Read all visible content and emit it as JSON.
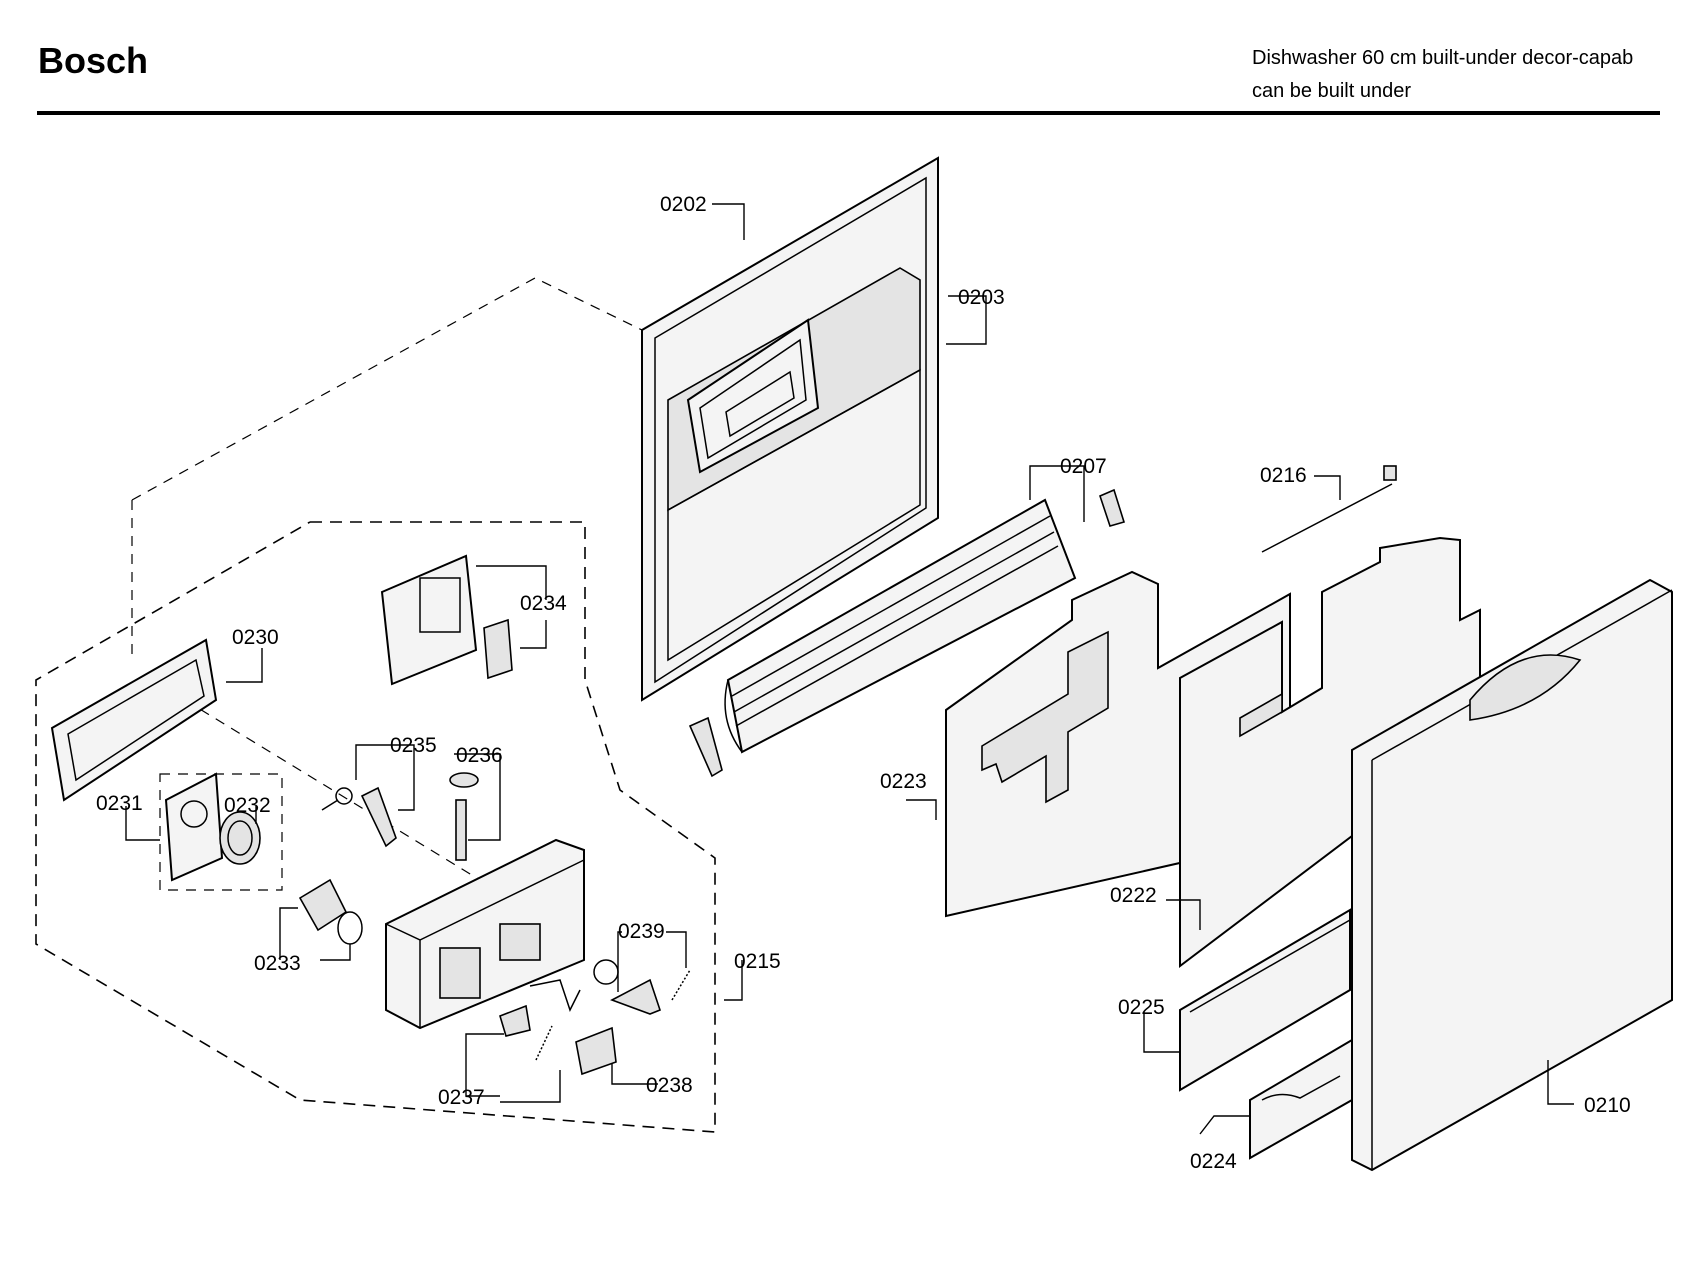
{
  "header": {
    "brand": "Bosch",
    "description_line1": "Dishwasher 60 cm built-under decor-capab",
    "description_line2": "can be built under"
  },
  "callouts": {
    "c0202": "0202",
    "c0203": "0203",
    "c0207": "0207",
    "c0216": "0216",
    "c0234": "0234",
    "c0230": "0230",
    "c0235": "0235",
    "c0236": "0236",
    "c0231": "0231",
    "c0232": "0232",
    "c0223": "0223",
    "c0222": "0222",
    "c0233": "0233",
    "c0239": "0239",
    "c0215": "0215",
    "c0225": "0225",
    "c0237": "0237",
    "c0238": "0238",
    "c0210": "0210",
    "c0224": "0224"
  }
}
